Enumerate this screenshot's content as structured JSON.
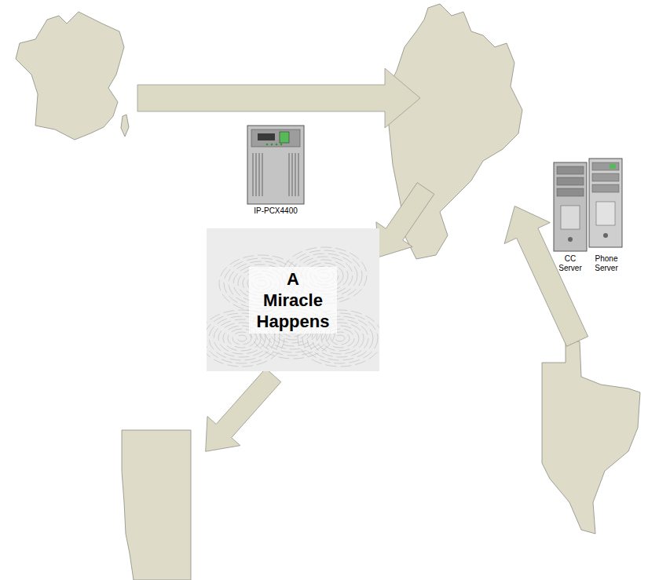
{
  "diagram": {
    "nodes": [
      {
        "text": [
          "A Miracle Happens"
        ]
      }
    ],
    "labels": [
      "IP-PCX4400",
      "CC Server",
      "Phone Server"
    ]
  }
}
